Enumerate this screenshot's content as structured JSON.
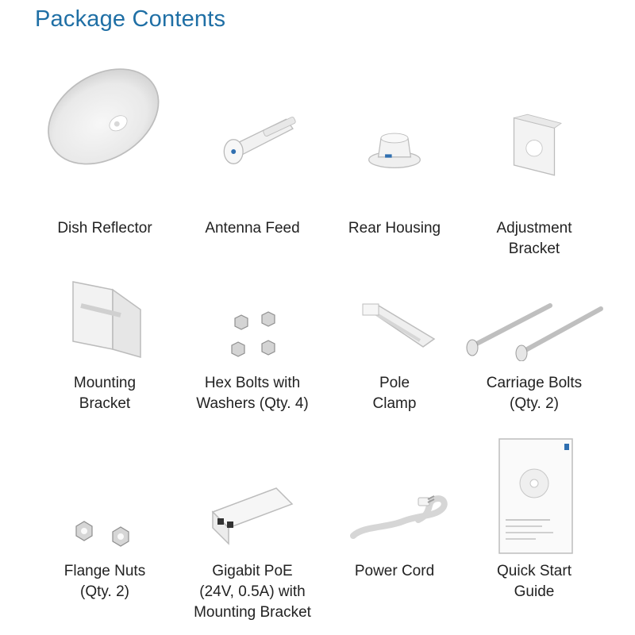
{
  "page": {
    "title": "Package Contents"
  },
  "items": [
    {
      "id": "dish-reflector",
      "lines": [
        "Dish Reflector"
      ]
    },
    {
      "id": "antenna-feed",
      "lines": [
        "Antenna Feed"
      ]
    },
    {
      "id": "rear-housing",
      "lines": [
        "Rear Housing"
      ]
    },
    {
      "id": "adjustment-bracket",
      "lines": [
        "Adjustment",
        "Bracket"
      ]
    },
    {
      "id": "mounting-bracket",
      "lines": [
        "Mounting",
        "Bracket"
      ]
    },
    {
      "id": "hex-bolts",
      "lines": [
        "Hex Bolts with",
        "Washers (Qty. 4)"
      ]
    },
    {
      "id": "pole-clamp",
      "lines": [
        "Pole",
        "Clamp"
      ]
    },
    {
      "id": "carriage-bolts",
      "lines": [
        "Carriage Bolts",
        "(Qty. 2)"
      ]
    },
    {
      "id": "flange-nuts",
      "lines": [
        "Flange Nuts",
        "(Qty. 2)"
      ]
    },
    {
      "id": "gigabit-poe",
      "lines": [
        "Gigabit PoE",
        "(24V, 0.5A) with",
        "Mounting Bracket"
      ]
    },
    {
      "id": "power-cord",
      "lines": [
        "Power Cord"
      ]
    },
    {
      "id": "quick-start-guide",
      "lines": [
        "Quick Start",
        "Guide"
      ]
    }
  ]
}
